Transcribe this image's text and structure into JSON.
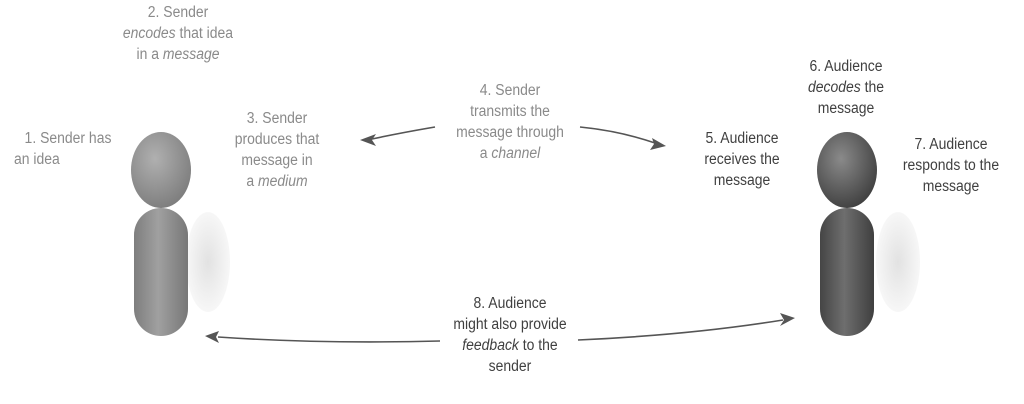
{
  "steps": {
    "s1": {
      "line1": "1. Sender has",
      "line2": "an idea"
    },
    "s2": {
      "line1": "2. Sender",
      "line2_em": "encodes",
      "line2_rest": " that idea",
      "line3_pre": "in a ",
      "line3_em": "message"
    },
    "s3": {
      "line1": "3. Sender",
      "line2": "produces that",
      "line3": "message in",
      "line4_pre": "a ",
      "line4_em": "medium"
    },
    "s4": {
      "line1": "4. Sender",
      "line2": "transmits the",
      "line3": "message through",
      "line4_pre": "a ",
      "line4_em": "channel"
    },
    "s5": {
      "line1": "5. Audience",
      "line2": "receives the",
      "line3": "message"
    },
    "s6": {
      "line1": "6. Audience",
      "line2_em": "decodes",
      "line2_rest": " the",
      "line3": "message"
    },
    "s7": {
      "line1": "7. Audience",
      "line2": "responds to the",
      "line3": "message"
    },
    "s8": {
      "line1": "8. Audience",
      "line2": "might also provide",
      "line3_em": "feedback",
      "line3_rest": " to the",
      "line4": "sender"
    }
  },
  "colors": {
    "sender_figure": "#8c8c8c",
    "audience_figure": "#5a5a5a",
    "shadow": "#e6e6e6",
    "arrow": "#555555",
    "text_sender": "#8a8a8a",
    "text_audience": "#3f3f3f"
  }
}
